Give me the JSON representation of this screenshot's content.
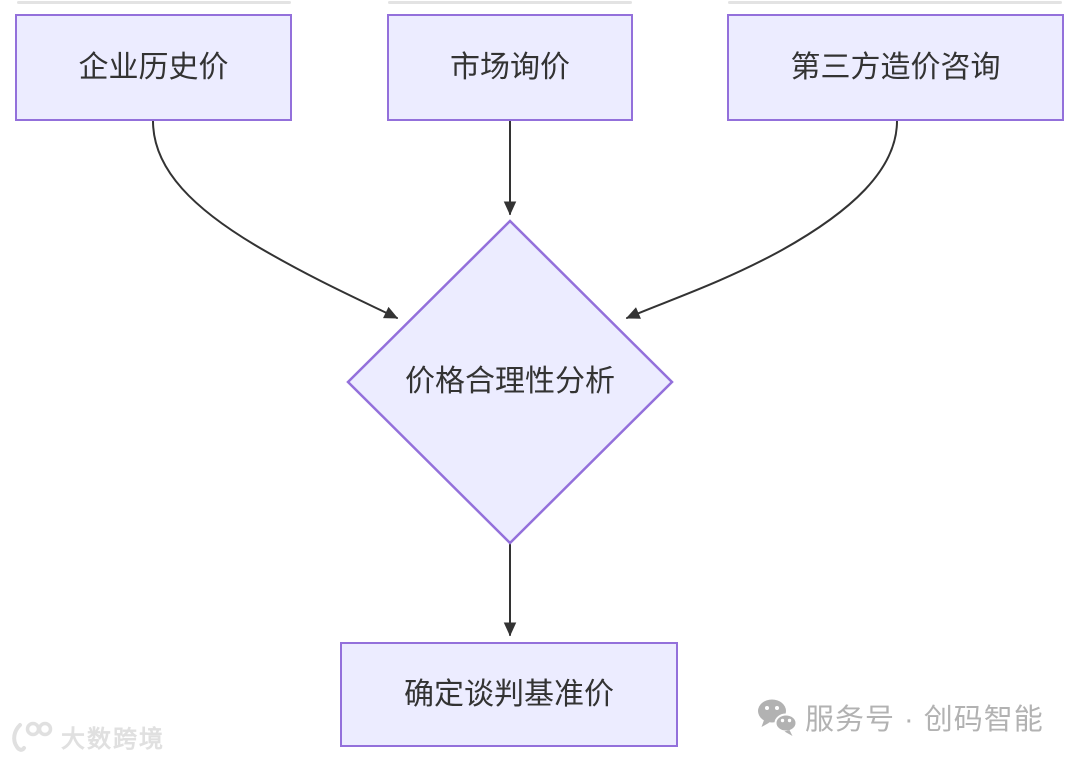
{
  "diagram": {
    "type": "flowchart",
    "nodes": [
      {
        "id": "enterprise-history-price",
        "shape": "rect",
        "label": "企业历史价"
      },
      {
        "id": "market-inquiry",
        "shape": "rect",
        "label": "市场询价"
      },
      {
        "id": "third-party-cost-consulting",
        "shape": "rect",
        "label": "第三方造价咨询"
      },
      {
        "id": "price-reasonableness-analysis",
        "shape": "diamond",
        "label": "价格合理性分析"
      },
      {
        "id": "determine-negotiation-base-price",
        "shape": "rect",
        "label": "确定谈判基准价"
      }
    ],
    "edges": [
      {
        "from": "企业历史价",
        "to": "价格合理性分析"
      },
      {
        "from": "市场询价",
        "to": "价格合理性分析"
      },
      {
        "from": "第三方造价咨询",
        "to": "价格合理性分析"
      },
      {
        "from": "价格合理性分析",
        "to": "确定谈判基准价"
      }
    ],
    "colors": {
      "node_fill": "#ECECFF",
      "node_border": "#9370DB",
      "edge": "#333333",
      "text": "#333333"
    }
  },
  "watermarks": {
    "left": {
      "icon": "dashukuajing-logo",
      "text": "大数跨境",
      "color": "#e0e0e0"
    },
    "right": {
      "icon": "wechat-icon",
      "text": "服务号 · 创码智能",
      "color": "#b2b2b2"
    }
  }
}
